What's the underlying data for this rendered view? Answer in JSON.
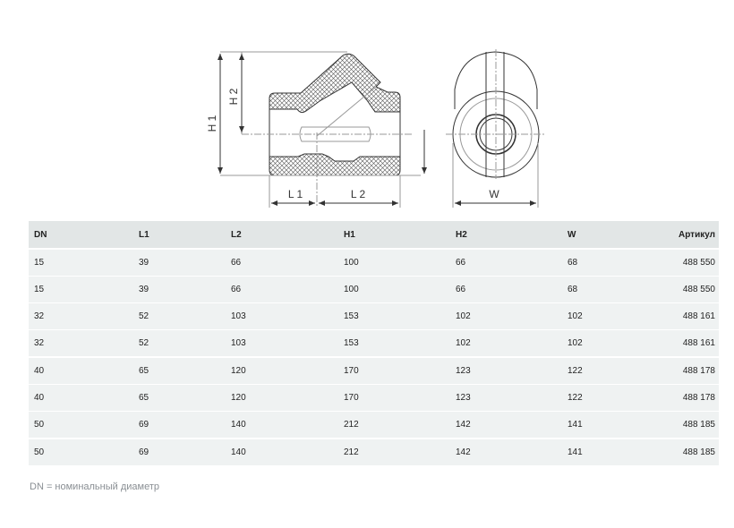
{
  "diagram": {
    "labels": {
      "h1": "H 1",
      "h2": "H 2",
      "l1": "L 1",
      "l2": "L 2",
      "w": "W"
    }
  },
  "table": {
    "headers": [
      "DN",
      "L1",
      "L2",
      "H1",
      "H2",
      "W",
      "Артикул"
    ],
    "rows": [
      [
        "15",
        "39",
        "66",
        "100",
        "66",
        "68",
        "488 550"
      ],
      [
        "15",
        "39",
        "66",
        "100",
        "66",
        "68",
        "488 550"
      ],
      [
        "32",
        "52",
        "103",
        "153",
        "102",
        "102",
        "488 161"
      ],
      [
        "32",
        "52",
        "103",
        "153",
        "102",
        "102",
        "488 161"
      ],
      [
        "40",
        "65",
        "120",
        "170",
        "123",
        "122",
        "488 178"
      ],
      [
        "40",
        "65",
        "120",
        "170",
        "123",
        "122",
        "488 178"
      ],
      [
        "50",
        "69",
        "140",
        "212",
        "142",
        "141",
        "488 185"
      ],
      [
        "50",
        "69",
        "140",
        "212",
        "142",
        "141",
        "488 185"
      ]
    ]
  },
  "footnote": "DN  =  номинальный диаметр"
}
